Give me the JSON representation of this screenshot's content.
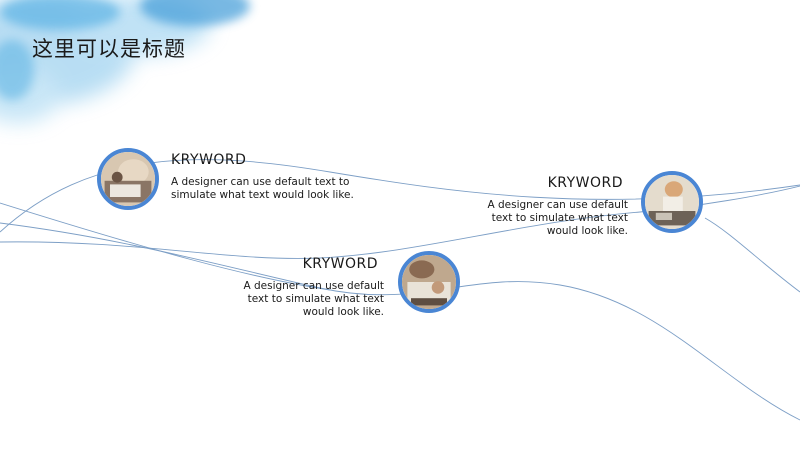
{
  "slide": {
    "title": "这里可以是标题",
    "accent_color": "#4a86d4",
    "line_color": "#7d9fc6",
    "items": [
      {
        "keyword": "KRYWORD",
        "description": "A designer can use default text to simulate what text would look like."
      },
      {
        "keyword": "KRYWORD",
        "description": "A designer can use default text to simulate what text would look like."
      },
      {
        "keyword": "KRYWORD",
        "description": "A designer can use default text to simulate what text would look like."
      }
    ]
  }
}
